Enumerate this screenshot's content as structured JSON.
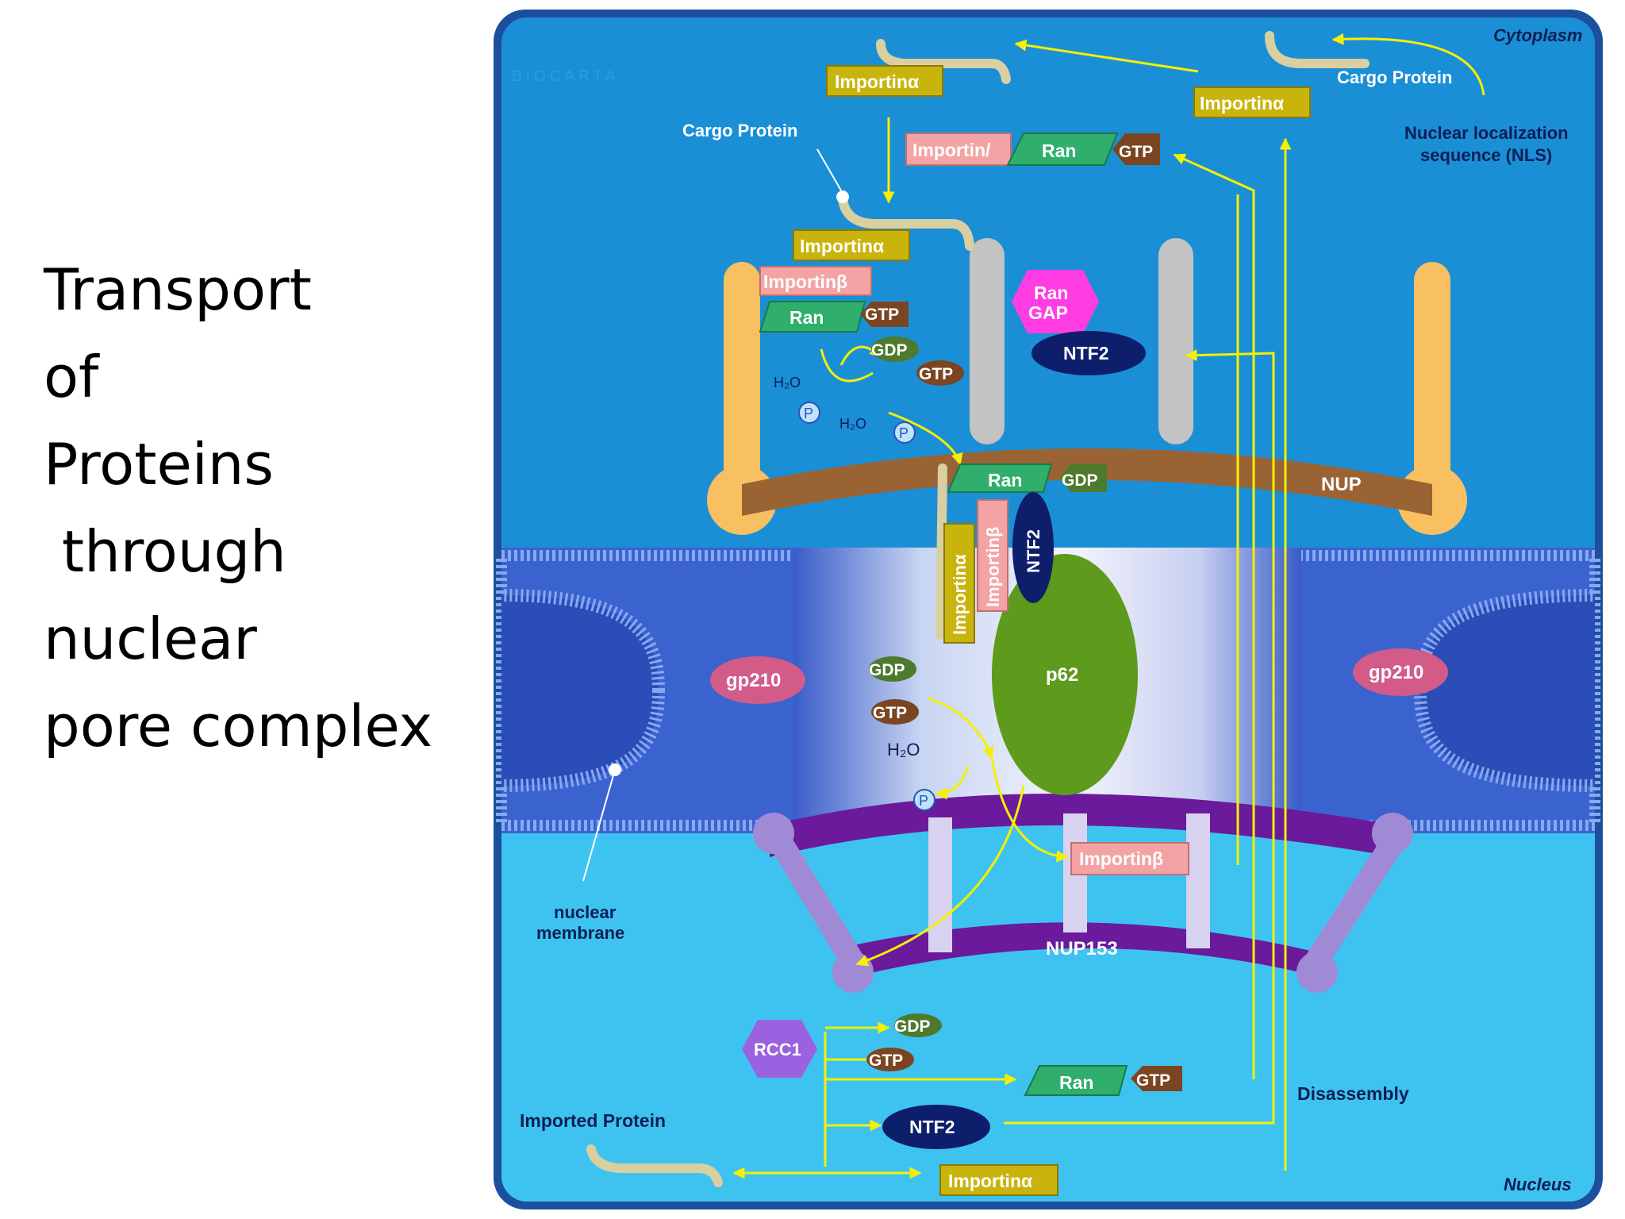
{
  "slide": {
    "title_lines": [
      "Transport",
      "of",
      "Proteins",
      " through",
      "nuclear",
      "pore complex"
    ]
  },
  "diagram": {
    "watermark": "BIOCARTA",
    "regions": {
      "cytoplasm": "Cytoplasm",
      "nucleus": "Nucleus"
    },
    "labels": {
      "cargo_protein_top": "Cargo Protein",
      "cargo_protein_left": "Cargo Protein",
      "nls": [
        "Nuclear localization",
        "sequence (NLS)"
      ],
      "nuclear_membrane": [
        "nuclear",
        "membrane"
      ],
      "disassembly": "Disassembly",
      "imported_protein": "Imported Protein"
    },
    "molecules": {
      "importin_a": "Importinα",
      "importin_b": "Importinβ",
      "importin_b_cut": "Importin/",
      "ran": "Ran",
      "gtp": "GTP",
      "gdp": "GDP",
      "ntf2": "NTF2",
      "ran_gap": [
        "Ran",
        "GAP"
      ],
      "rcc1": "RCC1",
      "p62": "p62",
      "nup": "NUP",
      "nup153": "NUP153",
      "gp210": "gp210",
      "h2o": "H₂O",
      "phosphate": "P"
    },
    "colors": {
      "cytoplasm": "#1a8fd6",
      "nucleus": "#3ec3f0",
      "border": "#1c4f9e",
      "membrane": "#3b63cf",
      "nup": "#9a6333",
      "nup153": "#6a1a9a",
      "p62": "#5e9a1c",
      "importin_a": "#c9b40e",
      "importin_b": "#f3a3a3",
      "ran": "#2fae6c",
      "gtp": "#7a4520",
      "gdp": "#4d7a2c",
      "ntf2": "#0d1e6b",
      "ran_gap": "#ff3de3",
      "rcc1": "#9a62e0",
      "gp210": "#d25b88",
      "arrow": "#f4f000"
    }
  }
}
